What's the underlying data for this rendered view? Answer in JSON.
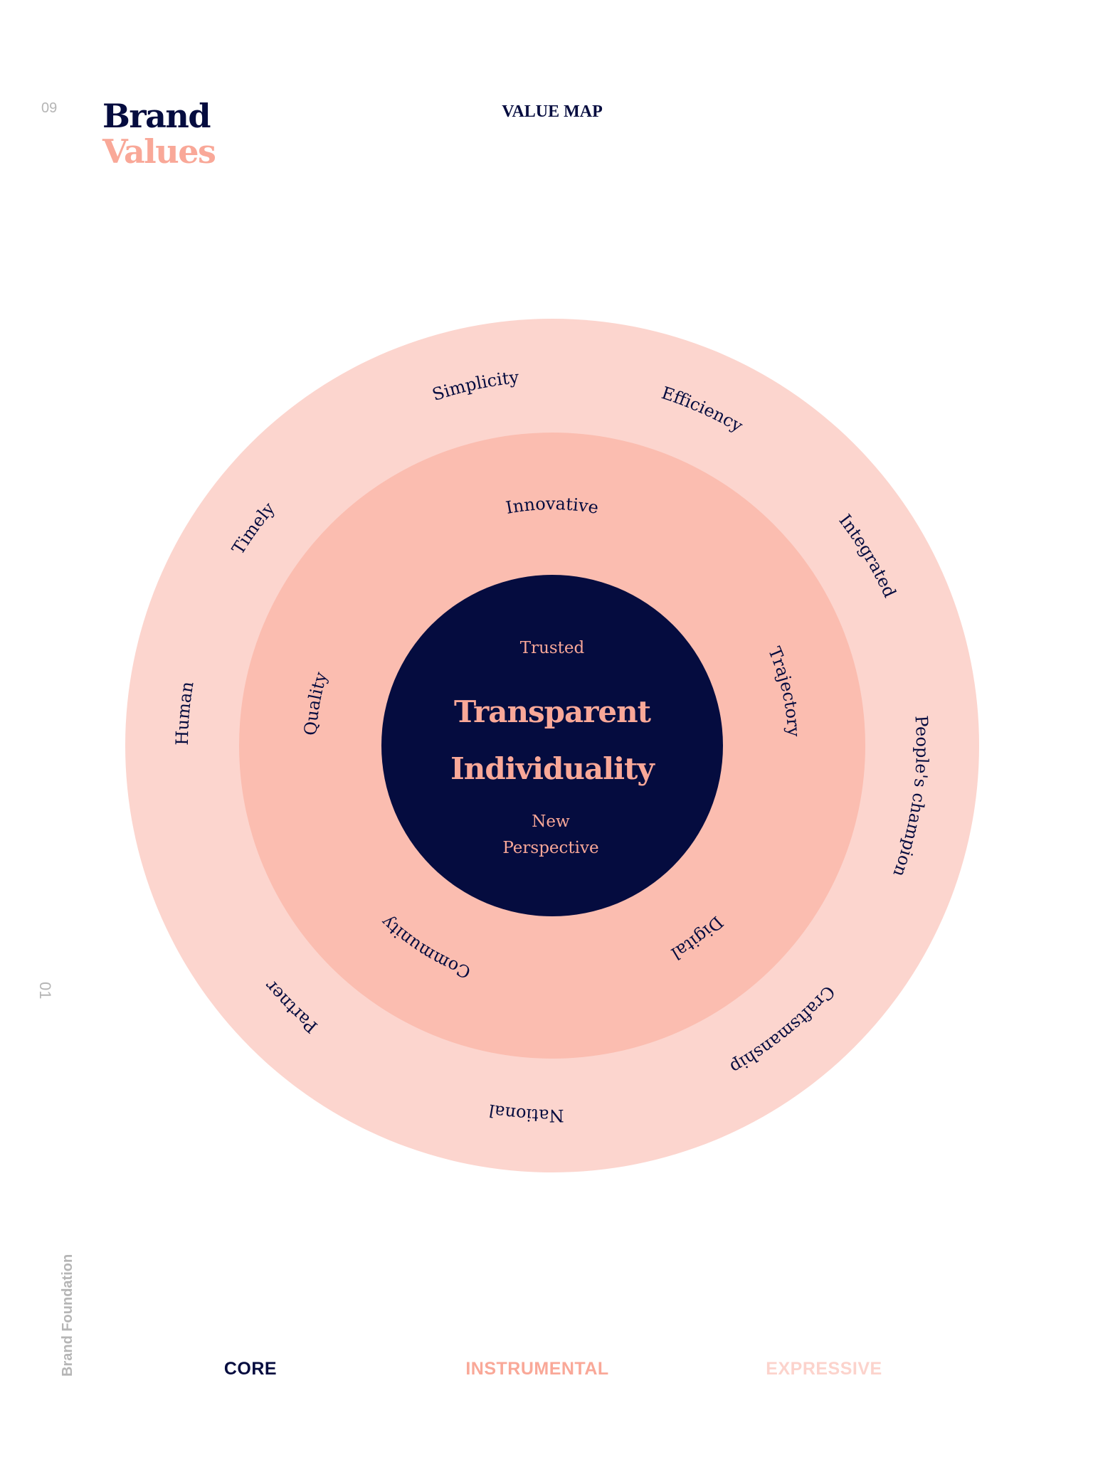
{
  "page_number": "09",
  "section_number": "01",
  "section_name": "Brand Foundation",
  "title": {
    "line1": "Brand",
    "line2": "Values"
  },
  "heading": "VALUE MAP",
  "core": {
    "top": "Trusted",
    "main_line1": "Transparent",
    "main_line2": "Individuality",
    "bottom_line1": "New",
    "bottom_line2": "Perspective"
  },
  "instrumental": [
    "Innovative",
    "Trajectory",
    "Digital",
    "Community",
    "Quality"
  ],
  "expressive": [
    "Simplicity",
    "Efficiency",
    "Integrated",
    "People's champion",
    "Craftsmanship",
    "National",
    "Partner",
    "Human",
    "Timely"
  ],
  "legend": {
    "core": "CORE",
    "instrumental": "INSTRUMENTAL",
    "expressive": "EXPRESSIVE"
  },
  "colors": {
    "navy": "#050c3f",
    "salmon": "#f9a898",
    "instrumental_ring": "#fbbdb0",
    "expressive_ring": "#fcd5ce",
    "expressive_label": "#fcd3cc"
  }
}
